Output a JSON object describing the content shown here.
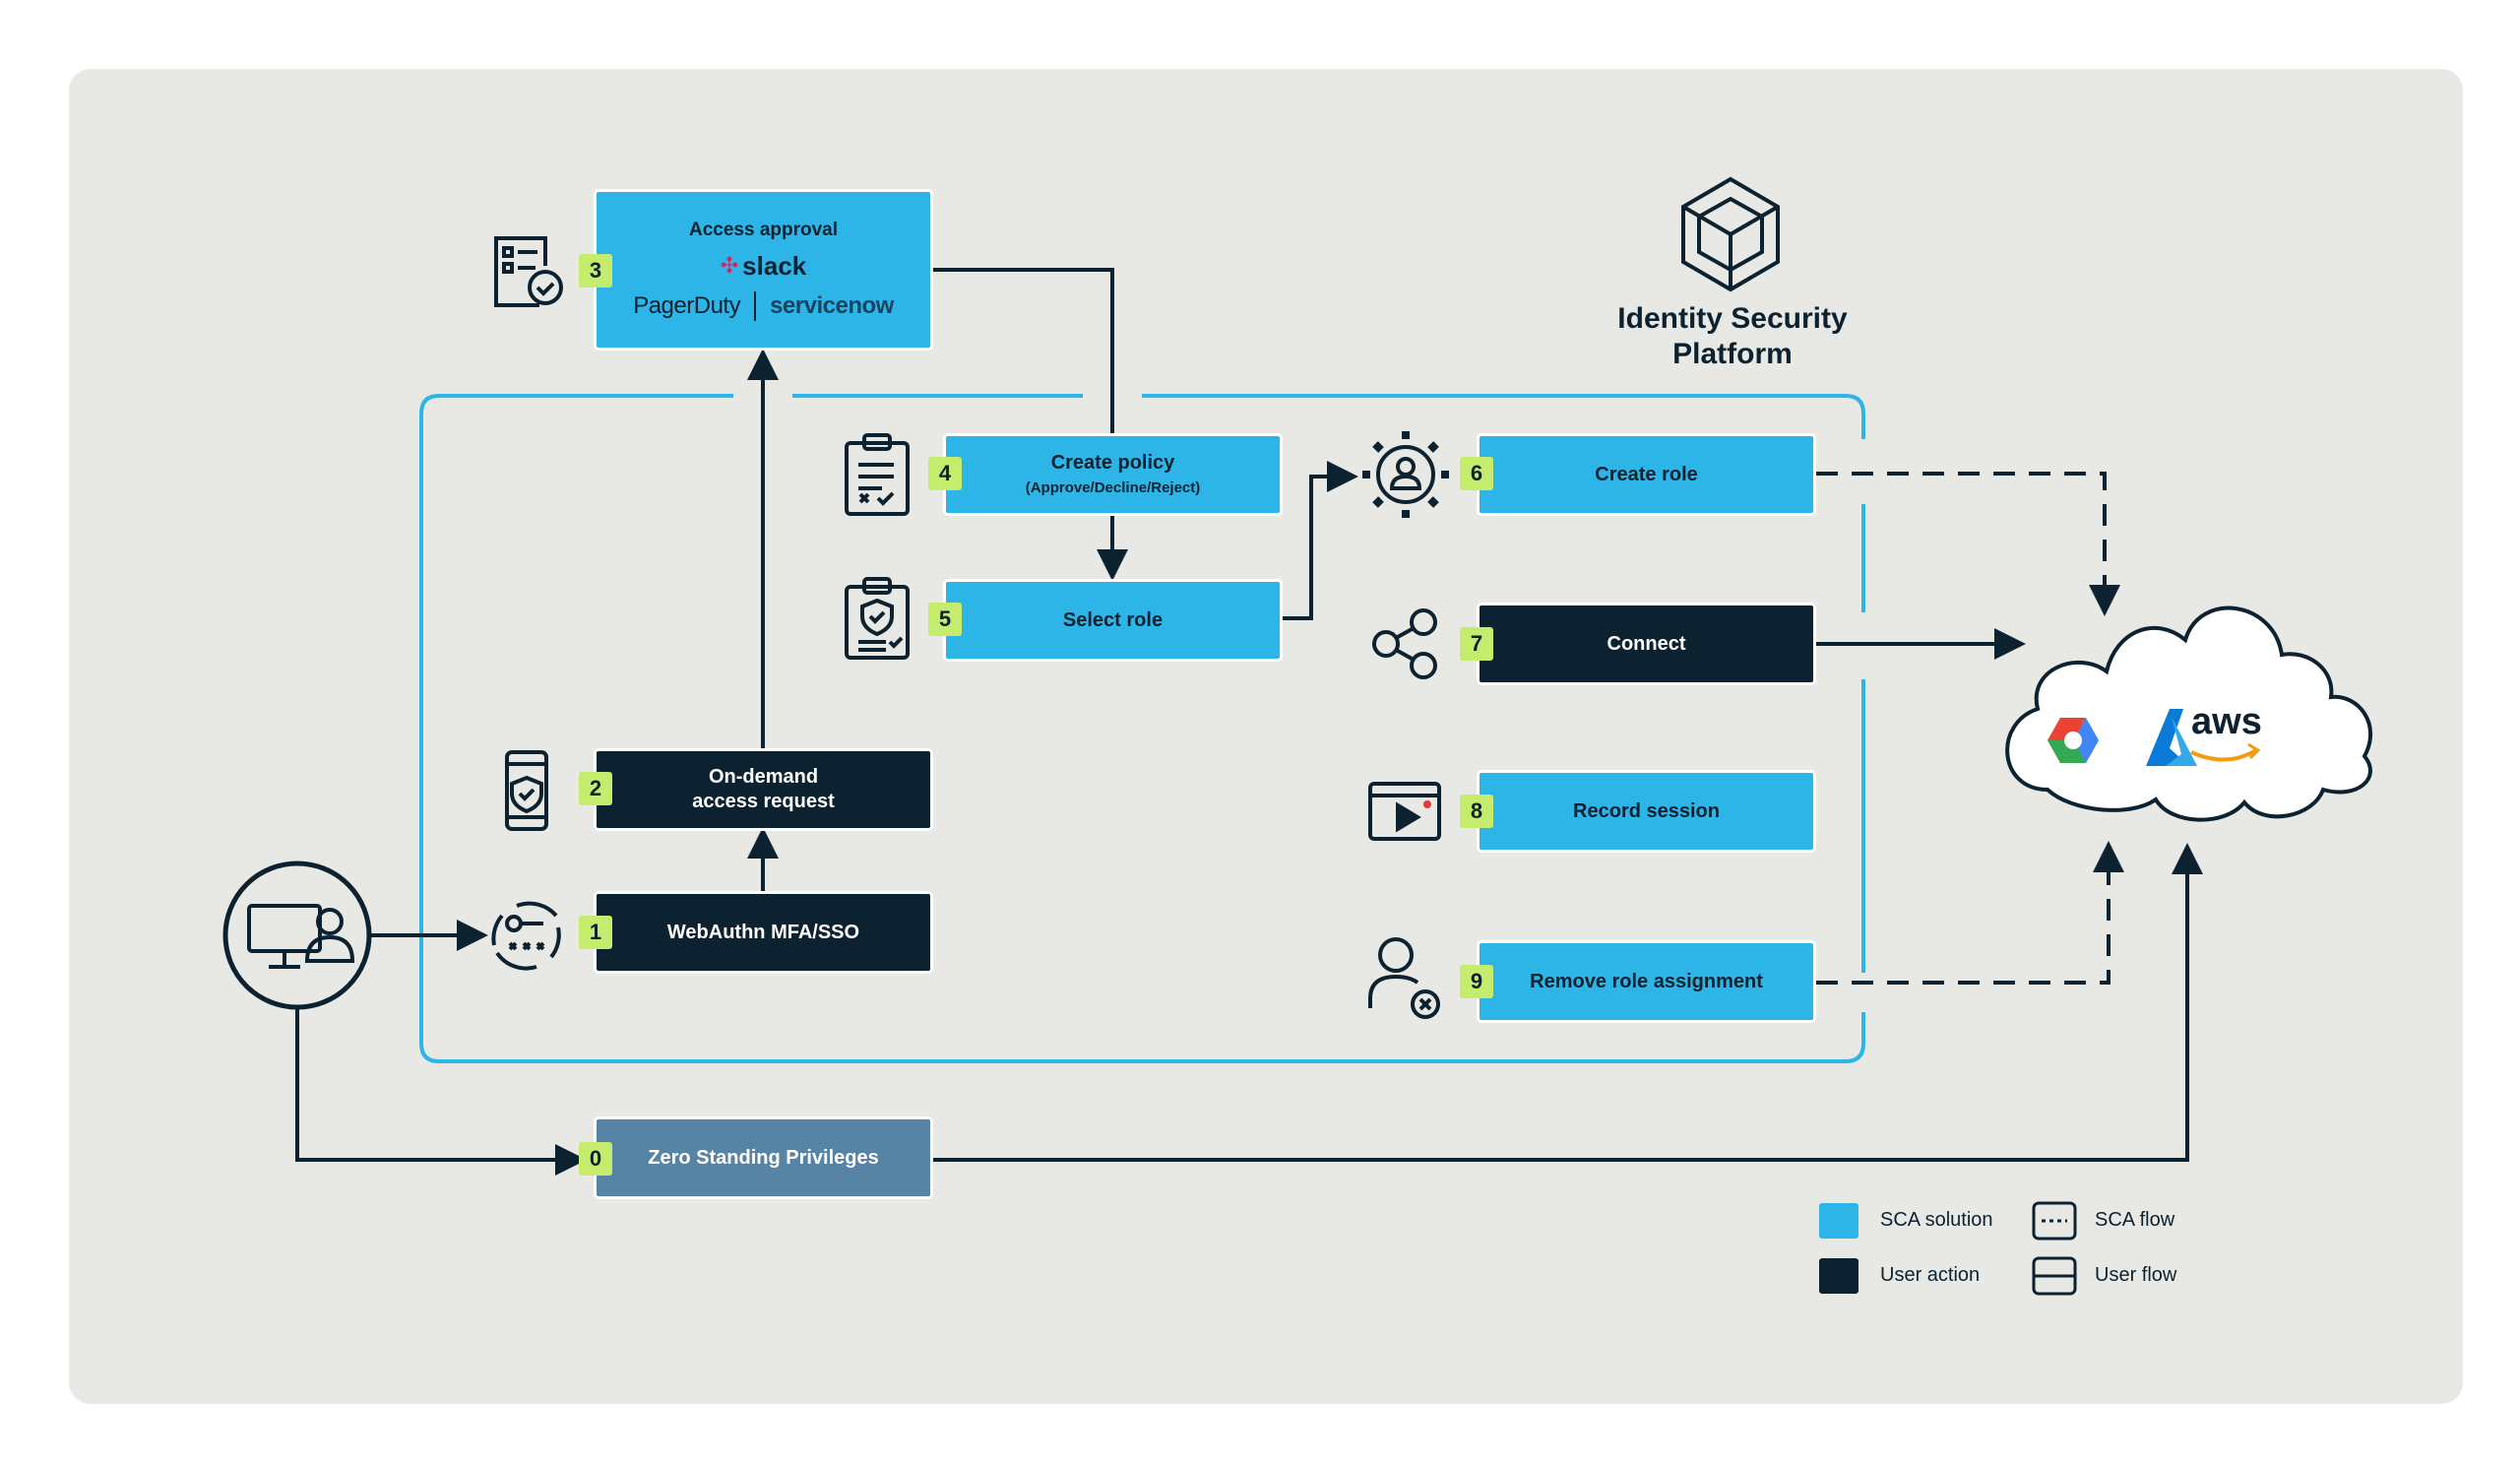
{
  "platform": {
    "title_line1": "Identity Security",
    "title_line2": "Platform"
  },
  "steps": [
    {
      "number": "0",
      "label": "Zero Standing Privileges"
    },
    {
      "number": "1",
      "label": "WebAuthn MFA/SSO"
    },
    {
      "number": "2",
      "label_line1": "On-demand",
      "label_line2": "access request"
    },
    {
      "number": "3",
      "label": "Access approval",
      "integrations": [
        "slack",
        "PagerDuty",
        "servicenow"
      ]
    },
    {
      "number": "4",
      "label": "Create policy",
      "sublabel": "(Approve/Decline/Reject)"
    },
    {
      "number": "5",
      "label": "Select role"
    },
    {
      "number": "6",
      "label": "Create role"
    },
    {
      "number": "7",
      "label": "Connect"
    },
    {
      "number": "8",
      "label": "Record session"
    },
    {
      "number": "9",
      "label": "Remove role assignment"
    }
  ],
  "cloud": {
    "providers": [
      "aws"
    ]
  },
  "legend": {
    "sca_solution": "SCA solution",
    "user_action": "User action",
    "sca_flow": "SCA flow",
    "user_flow": "User flow"
  },
  "colors": {
    "sca_solution": "#2db5e8",
    "user_action": "#0d2230",
    "zsp": "#5783a5",
    "badge": "#c6ec6e",
    "background": "#e8e8e5"
  }
}
